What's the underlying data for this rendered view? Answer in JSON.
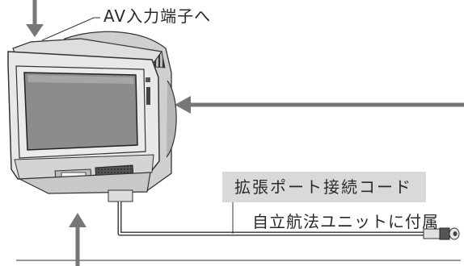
{
  "labels": {
    "av_input": "AV入力端子へ",
    "expansion_port_cord": "拡張ポート接続コード",
    "included_with_unit": "自立航法ユニットに付属"
  },
  "colors": {
    "line": "#333333",
    "label_background": "#d9d9d9",
    "screen": "#8c8c8c",
    "bezel": "#ebebeb"
  },
  "icons": [
    "monitor-unit-illustration",
    "arrow-down",
    "arrow-left",
    "arrow-up",
    "plug-connector"
  ]
}
